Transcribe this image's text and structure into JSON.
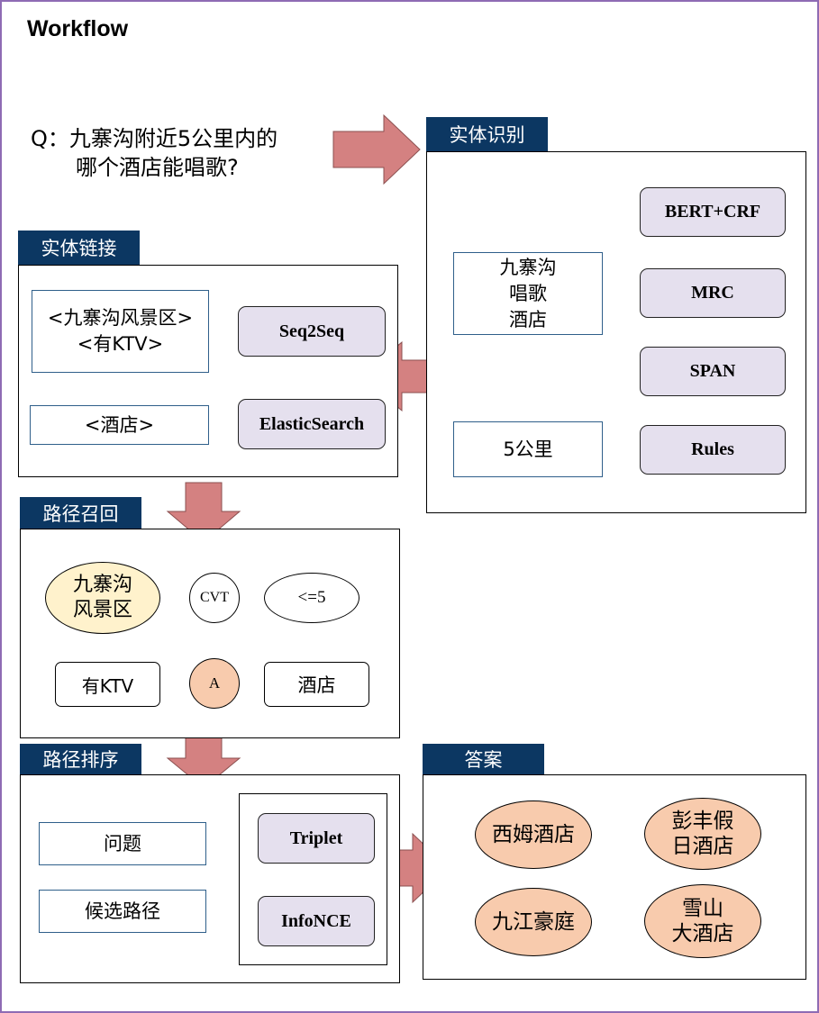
{
  "title": "Workflow",
  "question": {
    "line1": "Q：九寨沟附近5公里内的",
    "line2": "哪个酒店能唱歌?"
  },
  "ner": {
    "tab": "实体识别",
    "entities": {
      "line1": "九寨沟",
      "line2": "唱歌",
      "line3": "酒店"
    },
    "distance": "5公里",
    "methods": [
      "BERT+CRF",
      "MRC",
      "SPAN"
    ],
    "rules": "Rules"
  },
  "linking": {
    "tab": "实体链接",
    "entity1": {
      "line1": "<九寨沟风景区>",
      "line2": "<有KTV>"
    },
    "entity2": "<酒店>",
    "method1": "Seq2Seq",
    "method2": "ElasticSearch"
  },
  "recall": {
    "tab": "路径召回",
    "start": {
      "line1": "九寨沟",
      "line2": "风景区"
    },
    "cvt": "CVT",
    "constraint": "<=5",
    "a": "A",
    "ktv": "有KTV",
    "hotel": "酒店"
  },
  "ranking": {
    "tab": "路径排序",
    "question": "问题",
    "candidates": "候选路径",
    "methods": [
      "Triplet",
      "InfoNCE"
    ]
  },
  "answer": {
    "tab": "答案",
    "items": [
      {
        "line1": "西姆酒店",
        "line2": ""
      },
      {
        "line1": "彭丰假",
        "line2": "日酒店"
      },
      {
        "line1": "九江豪庭",
        "line2": ""
      },
      {
        "line1": "雪山",
        "line2": "大酒店"
      }
    ]
  },
  "colors": {
    "tab_bg": "#0c3762",
    "arrow": "#d48181",
    "method_bg": "#e5e0ee",
    "start_bg": "#fff2cc",
    "answer_bg": "#f8cbad"
  }
}
